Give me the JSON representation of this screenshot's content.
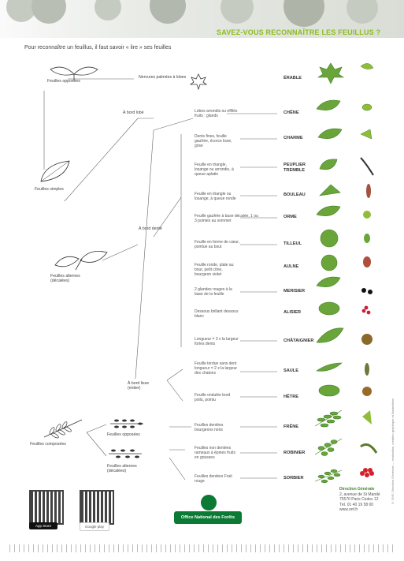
{
  "header": {
    "title": "SAVEZ-VOUS RECONNAÎTRE LES FEUILLUS ?",
    "subtitle": "Pour reconnaître un feuillus, il faut savoir « lire » ses feuilles"
  },
  "branches": {
    "opposees": "Feuilles opposées",
    "nervures": "Nervures palmées à lobes",
    "simples": "Feuilles simples",
    "bord_lobe": "À bord lobé",
    "alternes": "Feuilles alternes (décalées)",
    "bord_dente": "À bord denté",
    "bord_lisse": "À bord lisse (entier)",
    "composees": "Feuilles composées",
    "comp_opposees": "Feuilles opposées",
    "comp_alternes": "Feuilles alternes (décalées)"
  },
  "species": [
    {
      "name": "ÉRABLE",
      "desc": ""
    },
    {
      "name": "CHÊNE",
      "desc": "Lobes arrondis ou effilés fruits : glands"
    },
    {
      "name": "CHARME",
      "desc": "Dents fines, feuille gaufrée, écorce lisse, grise"
    },
    {
      "name": "PEUPLIER TREMBLE",
      "desc": "Feuille en triangle, losange ou arrondie, à queue aplatie"
    },
    {
      "name": "BOULEAU",
      "desc": "Feuille en triangle ou losange, à queue ronde"
    },
    {
      "name": "ORME",
      "desc": "Feuille gaufrée à base décalée, 1 ou 3 pointes au sommet"
    },
    {
      "name": "TILLEUL",
      "desc": "Feuille en forme de cœur, pointue au bout"
    },
    {
      "name": "AULNE",
      "desc": "Feuille ronde, plate au bout, petit cône, bourgeon violet"
    },
    {
      "name": "MERISIER",
      "desc": "2 glandes rouges à la base de la feuille"
    },
    {
      "name": "ALISIER",
      "desc": "Dessous brillant dessous blanc"
    },
    {
      "name": "CHÂTAIGNIER",
      "desc": "Longueur = 3 x la largeur fortes dents"
    },
    {
      "name": "SAULE",
      "desc": "Feuille tordue sans dent longueur = 2 x la largeur des chatons"
    },
    {
      "name": "HÊTRE",
      "desc": "Feuille ondulée bord poilu, pointu"
    },
    {
      "name": "FRÊNE",
      "desc": "Feuilles dentées bourgeons noirs"
    },
    {
      "name": "ROBINIER",
      "desc": "Feuilles non dentées rameaux à épines fruits en gousses"
    },
    {
      "name": "SORBIER",
      "desc": "Feuilles dentées Fruit rouge"
    }
  ],
  "stores": {
    "appstore": "App Store",
    "googleplay": "Google play"
  },
  "brand": "Office National des Forêts",
  "contact": {
    "heading": "Direction Générale",
    "l1": "2, avenue de St Mandé",
    "l2": "75570 Paris Cedex 12",
    "l3": "Tél. 01 40 19 58 00",
    "l4": "www.onf.fr"
  },
  "side_credit": "© ONF, Direction Générale — réalisation, création graphique et illustrations",
  "colors": {
    "accent": "#8cbc1f",
    "onf_green": "#0a7a35",
    "leaf": "#6aa53a",
    "leaf_dark": "#3f7d23"
  }
}
